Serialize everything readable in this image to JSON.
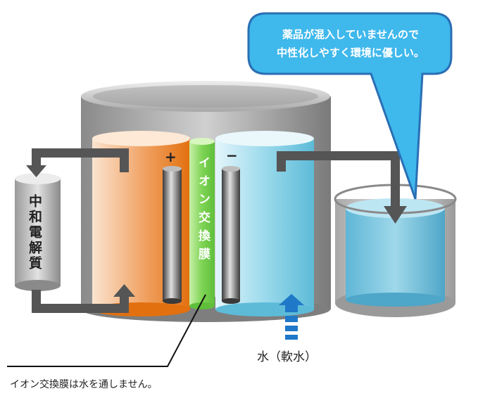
{
  "neutral_electrolyte_label": "中和電解質",
  "membrane_label": "イオン交換膜",
  "plus_sign": "+",
  "minus_sign": "−",
  "balloon": {
    "line1": "薬品が混入していませんので",
    "line2": "中性化しやすく環境に優しい。"
  },
  "water_label": "水（軟水）",
  "caption": "イオン交換膜は水を通しません。",
  "colors": {
    "balloon_fill": "#3fb8ec",
    "balloon_border": "#2a6fb4",
    "arrow_gray": "#555555",
    "orange": "#e9771c",
    "blue": "#7fcfe6",
    "green": "#8fd86a",
    "blue_arrow": "#1f78c8"
  }
}
